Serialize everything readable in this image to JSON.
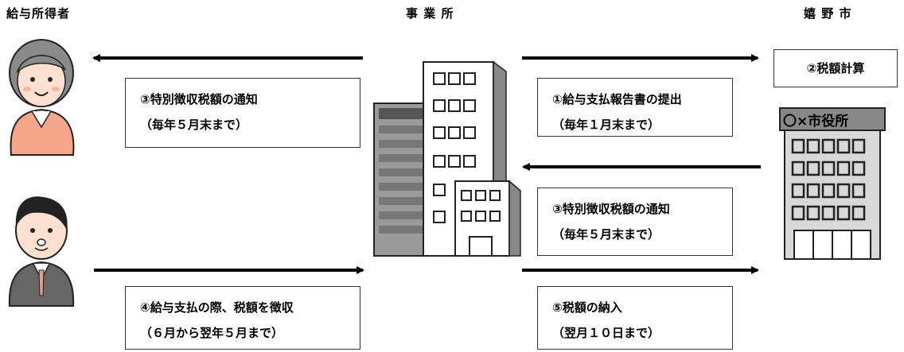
{
  "headers": {
    "employee": "給与所得者",
    "business": "事 業 所",
    "city": "嬉 野 市"
  },
  "city_hall_sign": "〇×市役所",
  "boxes": {
    "tax_calc": "②税額計算",
    "notice_to_employee": {
      "line1": "③特別徴収税額の通知",
      "line2": "（毎年５月末まで）"
    },
    "report_submit": {
      "line1": "①給与支払報告書の提出",
      "line2": "（毎年１月末まで）"
    },
    "notice_to_business": {
      "line1": "③特別徴収税額の通知",
      "line2": "（毎年５月末まで）"
    },
    "withhold": {
      "line1": "④給与支払の際、税額を徴収",
      "line2": "（６月から翌年５月まで）"
    },
    "payment": {
      "line1": "⑤税額の納入",
      "line2": "（翌月１０日まで）"
    }
  }
}
